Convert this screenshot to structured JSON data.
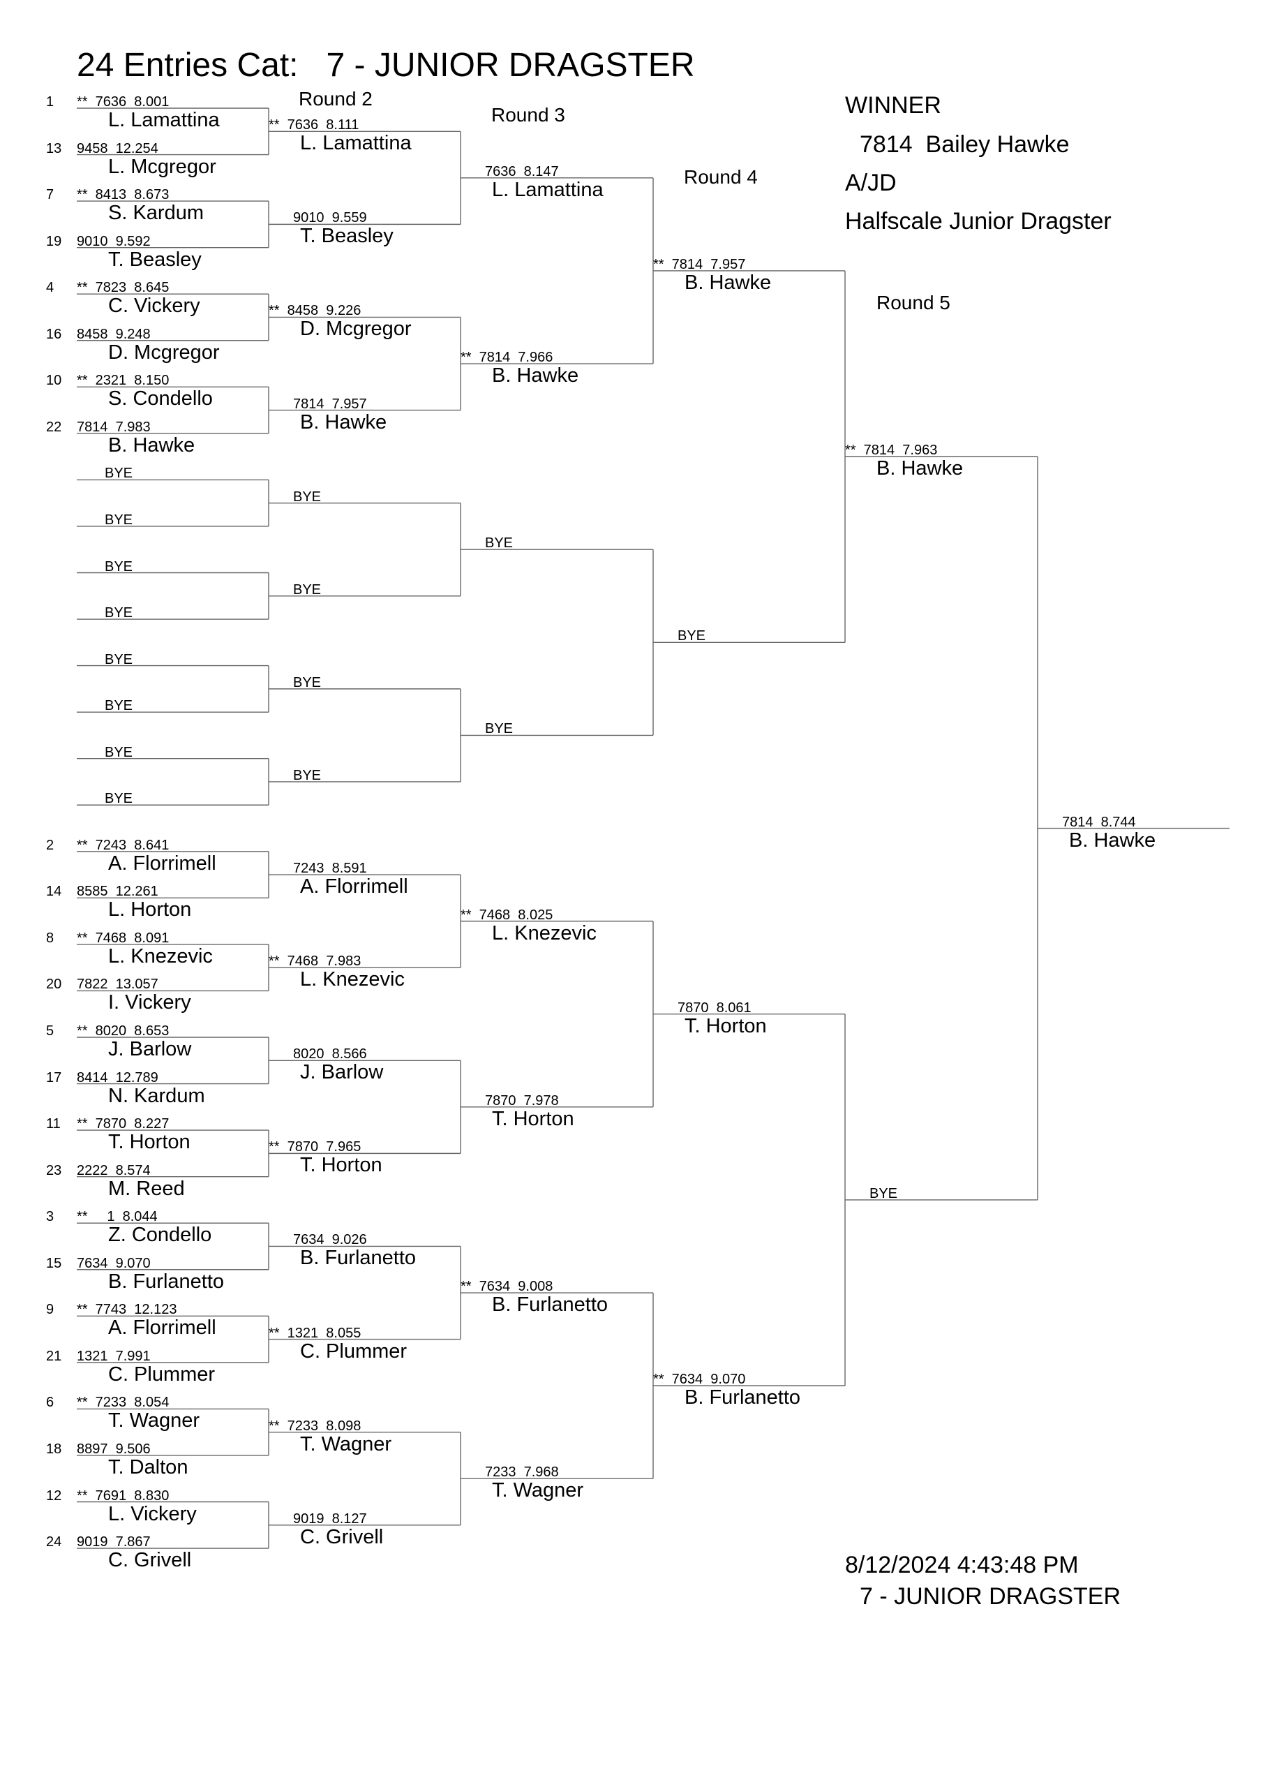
{
  "header": {
    "title": "24 Entries Cat:   7 - JUNIOR DRAGSTER",
    "round2": "Round 2",
    "round3": "Round 3",
    "round4": "Round 4",
    "round5": "Round 5"
  },
  "winner": {
    "label": "WINNER",
    "entry": "7814  Bailey Hawke",
    "class": "A/JD",
    "vehicle": "Halfscale Junior Dragster"
  },
  "footer": {
    "timestamp": "8/12/2024 4:43:48 PM",
    "category": "7 - JUNIOR DRAGSTER"
  },
  "round1": [
    {
      "seed": "1",
      "entry": "**  7636  8.001",
      "name": "L. Lamattina"
    },
    {
      "seed": "13",
      "entry": "9458  12.254",
      "name": "L. Mcgregor"
    },
    {
      "seed": "7",
      "entry": "**  8413  8.673",
      "name": "S. Kardum"
    },
    {
      "seed": "19",
      "entry": "9010  9.592",
      "name": "T. Beasley"
    },
    {
      "seed": "4",
      "entry": "**  7823  8.645",
      "name": "C. Vickery"
    },
    {
      "seed": "16",
      "entry": "8458  9.248",
      "name": "D. Mcgregor"
    },
    {
      "seed": "10",
      "entry": "**  2321  8.150",
      "name": "S. Condello"
    },
    {
      "seed": "22",
      "entry": "7814  7.983",
      "name": "B. Hawke"
    },
    {
      "seed": "",
      "entry": "BYE",
      "name": ""
    },
    {
      "seed": "",
      "entry": "BYE",
      "name": ""
    },
    {
      "seed": "",
      "entry": "BYE",
      "name": ""
    },
    {
      "seed": "",
      "entry": "BYE",
      "name": ""
    },
    {
      "seed": "",
      "entry": "BYE",
      "name": ""
    },
    {
      "seed": "",
      "entry": "BYE",
      "name": ""
    },
    {
      "seed": "",
      "entry": "BYE",
      "name": ""
    },
    {
      "seed": "",
      "entry": "BYE",
      "name": ""
    },
    {
      "seed": "2",
      "entry": "**  7243  8.641",
      "name": "A. Florrimell"
    },
    {
      "seed": "14",
      "entry": "8585  12.261",
      "name": "L. Horton"
    },
    {
      "seed": "8",
      "entry": "**  7468  8.091",
      "name": "L. Knezevic"
    },
    {
      "seed": "20",
      "entry": "7822  13.057",
      "name": "I. Vickery"
    },
    {
      "seed": "5",
      "entry": "**  8020  8.653",
      "name": "J. Barlow"
    },
    {
      "seed": "17",
      "entry": "8414  12.789",
      "name": "N. Kardum"
    },
    {
      "seed": "11",
      "entry": "**  7870  8.227",
      "name": "T. Horton"
    },
    {
      "seed": "23",
      "entry": "2222  8.574",
      "name": "M. Reed"
    },
    {
      "seed": "3",
      "entry": "**     1  8.044",
      "name": "Z. Condello"
    },
    {
      "seed": "15",
      "entry": "7634  9.070",
      "name": "B. Furlanetto"
    },
    {
      "seed": "9",
      "entry": "**  7743  12.123",
      "name": "A. Florrimell"
    },
    {
      "seed": "21",
      "entry": "1321  7.991",
      "name": "C. Plummer"
    },
    {
      "seed": "6",
      "entry": "**  7233  8.054",
      "name": "T. Wagner"
    },
    {
      "seed": "18",
      "entry": "8897  9.506",
      "name": "T. Dalton"
    },
    {
      "seed": "12",
      "entry": "**  7691  8.830",
      "name": "L. Vickery"
    },
    {
      "seed": "24",
      "entry": "9019  7.867",
      "name": "C. Grivell"
    }
  ],
  "round2": [
    {
      "entry": "**  7636  8.111",
      "name": "L. Lamattina"
    },
    {
      "entry": "9010  9.559",
      "name": "T. Beasley"
    },
    {
      "entry": "**  8458  9.226",
      "name": "D. Mcgregor"
    },
    {
      "entry": "7814  7.957",
      "name": "B. Hawke"
    },
    {
      "entry": "BYE",
      "name": ""
    },
    {
      "entry": "BYE",
      "name": ""
    },
    {
      "entry": "BYE",
      "name": ""
    },
    {
      "entry": "BYE",
      "name": ""
    },
    {
      "entry": "7243  8.591",
      "name": "A. Florrimell"
    },
    {
      "entry": "**  7468  7.983",
      "name": "L. Knezevic"
    },
    {
      "entry": "8020  8.566",
      "name": "J. Barlow"
    },
    {
      "entry": "**  7870  7.965",
      "name": "T. Horton"
    },
    {
      "entry": "7634  9.026",
      "name": "B. Furlanetto"
    },
    {
      "entry": "**  1321  8.055",
      "name": "C. Plummer"
    },
    {
      "entry": "**  7233  8.098",
      "name": "T. Wagner"
    },
    {
      "entry": "9019  8.127",
      "name": "C. Grivell"
    }
  ],
  "round3": [
    {
      "entry": "7636  8.147",
      "name": "L. Lamattina"
    },
    {
      "entry": "**  7814  7.966",
      "name": "B. Hawke"
    },
    {
      "entry": "BYE",
      "name": ""
    },
    {
      "entry": "BYE",
      "name": ""
    },
    {
      "entry": "**  7468  8.025",
      "name": "L. Knezevic"
    },
    {
      "entry": "7870  7.978",
      "name": "T. Horton"
    },
    {
      "entry": "**  7634  9.008",
      "name": "B. Furlanetto"
    },
    {
      "entry": "7233  7.968",
      "name": "T. Wagner"
    }
  ],
  "round4": [
    {
      "entry": "**  7814  7.957",
      "name": "B. Hawke"
    },
    {
      "entry": "BYE",
      "name": ""
    },
    {
      "entry": "7870  8.061",
      "name": "T. Horton"
    },
    {
      "entry": "**  7634  9.070",
      "name": "B. Furlanetto"
    }
  ],
  "round5": [
    {
      "entry": "**  7814  7.963",
      "name": "B. Hawke"
    },
    {
      "entry": "BYE",
      "name": ""
    }
  ],
  "final": {
    "entry": "7814  8.744",
    "name": "B. Hawke"
  }
}
